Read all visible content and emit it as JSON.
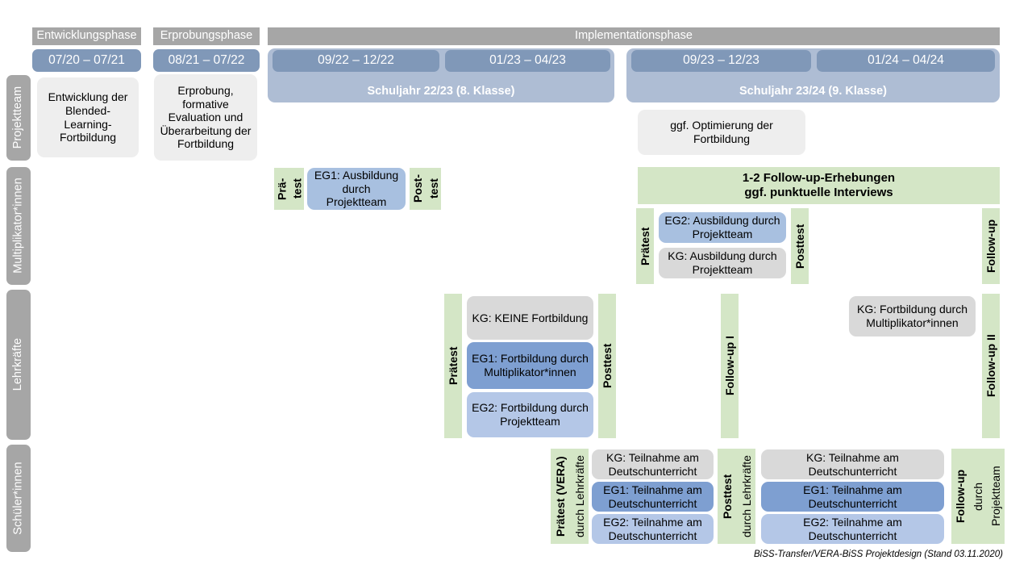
{
  "footer": {
    "text": "BiSS-Transfer/VERA-BiSS Projektdesign (Stand 03.11.2020)"
  },
  "phases": [
    {
      "label": "Entwicklungsphase"
    },
    {
      "label": "Erprobungsphase"
    },
    {
      "label": "Implementationsphase"
    }
  ],
  "periods": [
    {
      "label": "07/20 – 07/21"
    },
    {
      "label": "08/21 – 07/22"
    },
    {
      "label": "09/22 – 12/22"
    },
    {
      "label": "01/23 – 04/23"
    },
    {
      "label": "09/23 – 12/23"
    },
    {
      "label": "01/24 – 04/24"
    }
  ],
  "school_years": [
    {
      "label": "Schuljahr 22/23 (8. Klasse)"
    },
    {
      "label": "Schuljahr 23/24 (9. Klasse)"
    }
  ],
  "roles": [
    {
      "label": "Projektteam"
    },
    {
      "label": "Multiplikator*innen"
    },
    {
      "label": "Lehrkräfte"
    },
    {
      "label": "Schüler*innen"
    }
  ],
  "projektteam": {
    "entwicklung": "Entwicklung der Blended-Learning-Fortbildung",
    "erprobung": "Erprobung, formative Evaluation und Überarbeitung der Fortbildung",
    "optimierung": "ggf. Optimierung der Fortbildung"
  },
  "multiplikator": {
    "praetest_short_l1": "Prä-",
    "praetest_short_l2": "test",
    "posttest_short_l1": "Post-",
    "posttest_short_l2": "test",
    "eg1": "EG1: Ausbildung durch Projektteam",
    "followup_banner_l1": "1-2 Follow-up-Erhebungen",
    "followup_banner_l2": "ggf. punktuelle Interviews",
    "praetest": "Prätest",
    "posttest": "Posttest",
    "followup": "Follow-up",
    "eg2": "EG2: Ausbildung durch Projektteam",
    "kg": "KG: Ausbildung durch Projektteam"
  },
  "lehrkraefte": {
    "praetest": "Prätest",
    "posttest": "Posttest",
    "followup1": "Follow-up I",
    "followup2": "Follow-up II",
    "kg_keine": "KG:  KEINE Fortbildung",
    "eg1": "EG1: Fortbildung durch Multiplikator*innen",
    "eg2": "EG2: Fortbildung durch Projektteam",
    "kg_spaet": "KG: Fortbildung durch Multiplikator*innen"
  },
  "schueler": {
    "praetest_main": "Prätest (VERA)",
    "praetest_sub": "durch Lehrkräfte",
    "posttest_main": "Posttest",
    "posttest_sub": "durch Lehrkräfte",
    "followup_main": "Follow-up",
    "followup_sub1": "durch",
    "followup_sub2": "Projektteam",
    "kg_1": "KG: Teilnahme am Deutschunterricht",
    "eg1_1": "EG1: Teilnahme am Deutschunterricht",
    "eg2_1": "EG2: Teilnahme am Deutschunterricht",
    "kg_2": "KG: Teilnahme am Deutschunterricht",
    "eg1_2": "EG1: Teilnahme am Deutschunterricht",
    "eg2_2": "EG2: Teilnahme am Deutschunterricht"
  },
  "colors": {
    "grey_header": "#a6a6a6",
    "blue_date": "#8098b8",
    "blue_schoolyear": "#aebdd4",
    "green_band": "#d4e6c6",
    "card_grey": "#d9d9d9",
    "card_blue_dark": "#7e9fd1",
    "card_blue_light": "#b4c7e7"
  }
}
